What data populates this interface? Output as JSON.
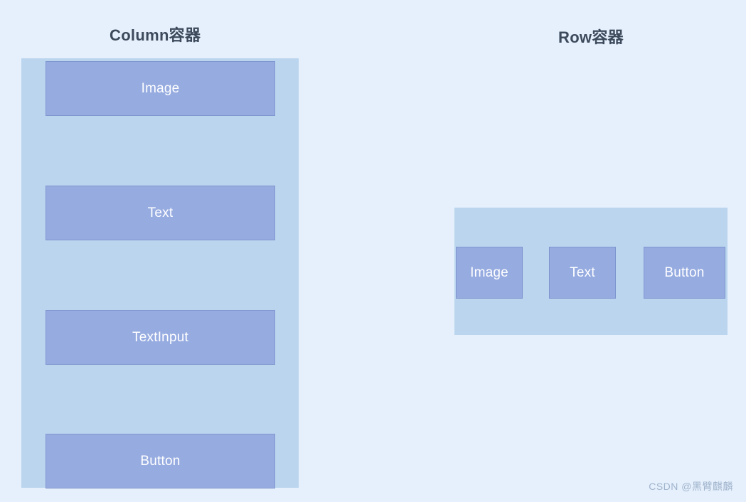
{
  "page": {
    "background_color": "#e6f0fc",
    "watermark": "CSDN @黑臂麒麟"
  },
  "panels": [
    {
      "id": "column",
      "title": "Column容器",
      "container_color": "#bbd5ef",
      "children": [
        {
          "label": "Image"
        },
        {
          "label": "Text"
        },
        {
          "label": "TextInput"
        },
        {
          "label": "Button"
        }
      ]
    },
    {
      "id": "row",
      "title": "Row容器",
      "container_color": "#bbd5ef",
      "children": [
        {
          "label": "Image"
        },
        {
          "label": "Text"
        },
        {
          "label": "Button"
        }
      ]
    }
  ],
  "colors": {
    "element_fill": "#96abe0",
    "element_border": "#7f97cf",
    "title_text": "#3d4a5c",
    "element_text": "#ffffff",
    "watermark_text": "#9fb3cc"
  }
}
